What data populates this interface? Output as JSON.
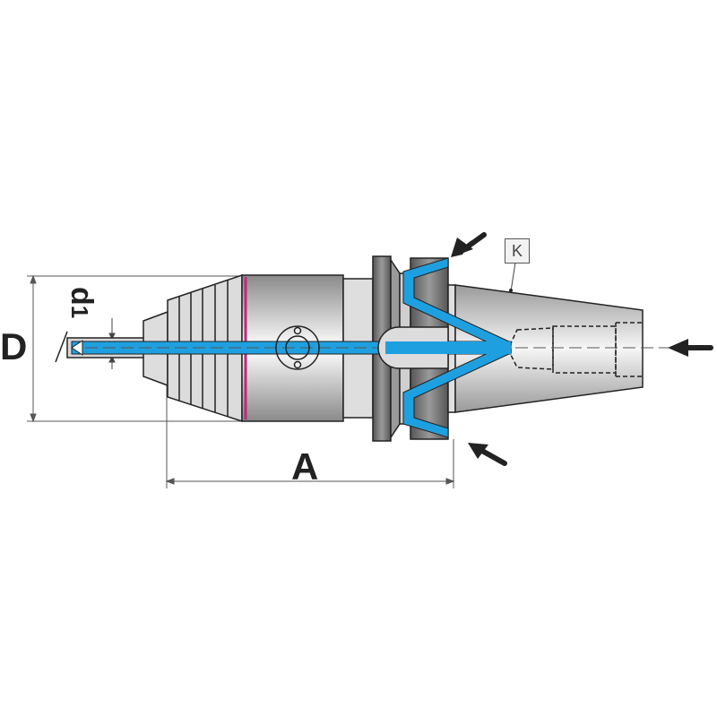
{
  "diagram": {
    "type": "technical-drawing",
    "subject": "drill chuck tool holder with internal coolant channels",
    "labels": {
      "diameter": "D",
      "length": "A",
      "bore_prefix": "d",
      "bore_sub": "1",
      "taper_marker": "K"
    },
    "colors": {
      "coolant": "#1ea0e0",
      "body_light": "#e6e6e6",
      "body_dark": "#7a7a7a",
      "outline": "#222222",
      "ring_accent": "#c0287a",
      "dimension_line": "#555555"
    },
    "arrows": [
      {
        "name": "flange-coolant-inlet-top",
        "direction": "down-left"
      },
      {
        "name": "flange-coolant-inlet-bottom",
        "direction": "up-left"
      },
      {
        "name": "axial-coolant-inlet",
        "direction": "left"
      }
    ]
  }
}
